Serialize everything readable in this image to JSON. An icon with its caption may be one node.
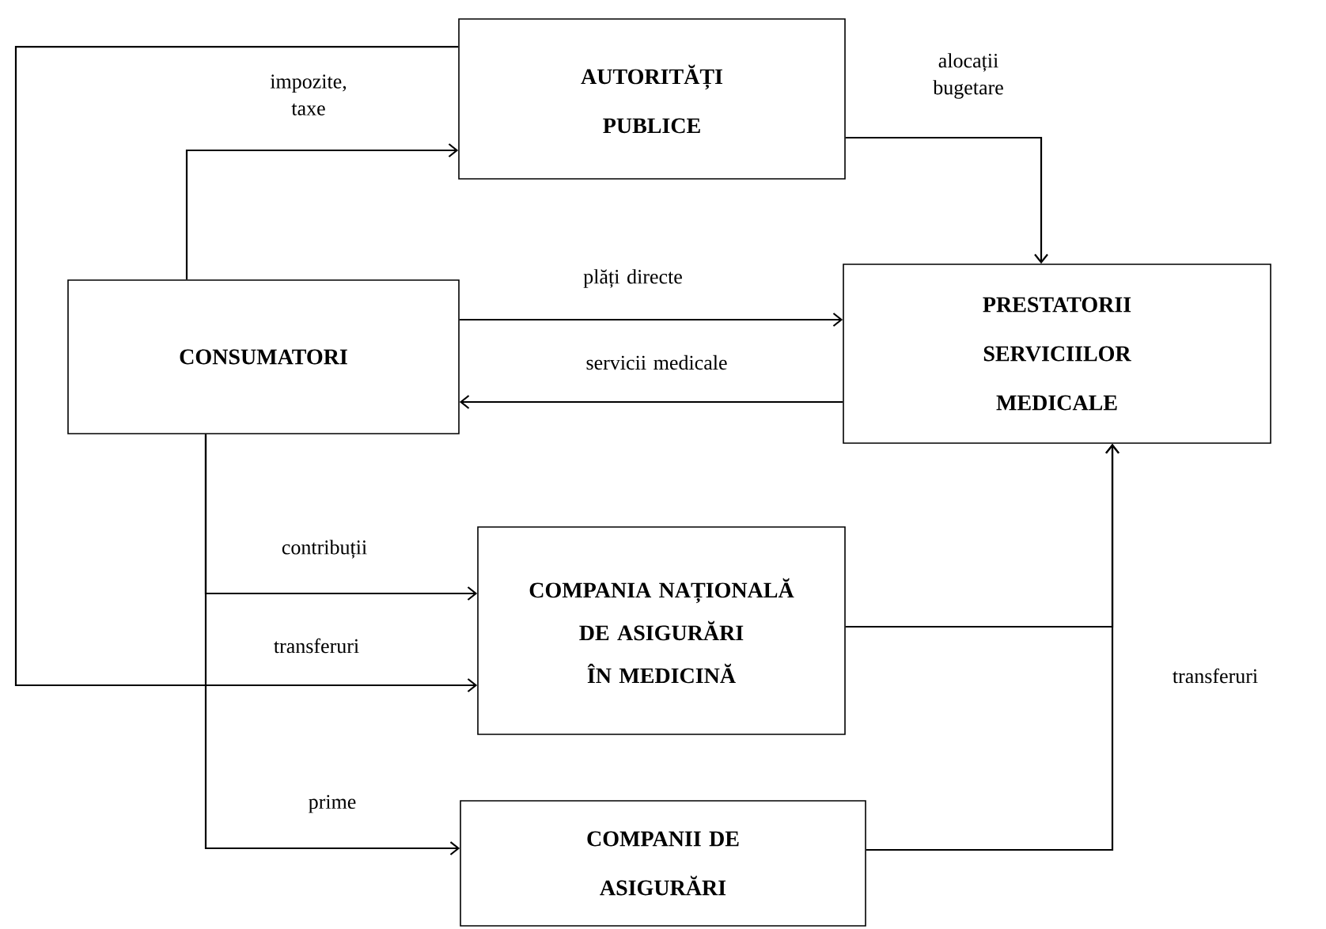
{
  "diagram": {
    "nodes": [
      {
        "text": [
          "AUTORITĂȚI PUBLICE"
        ]
      },
      {
        "text": [
          "CONSUMATORI"
        ]
      },
      {
        "text": [
          "PRESTATORII SERVICIILOR MEDICALE"
        ]
      },
      {
        "text": [
          "COMPANIA NAȚIONALĂ DE ASIGURĂRI ÎN MEDICINĂ"
        ]
      },
      {
        "text": [
          "COMPANII DE ASIGURĂRI"
        ]
      }
    ],
    "edges": [
      {
        "from": 1,
        "to": 0,
        "arrow": "to",
        "label": "impozite, taxe"
      },
      {
        "from": 0,
        "to": 3,
        "arrow": "to",
        "label": "transferuri"
      },
      {
        "from": 0,
        "to": 2,
        "arrow": "to",
        "label": "alocații bugetare"
      },
      {
        "from": 1,
        "to": 2,
        "arrow": "to",
        "label": "plăți directe"
      },
      {
        "from": 2,
        "to": 1,
        "arrow": "to",
        "label": "servicii medicale"
      },
      {
        "from": 1,
        "to": 3,
        "arrow": "to",
        "label": "contribuții"
      },
      {
        "from": 1,
        "to": 4,
        "arrow": "to",
        "label": "prime"
      },
      {
        "from": 3,
        "to": 2,
        "arrow": "to"
      },
      {
        "from": 4,
        "to": 2,
        "arrow": "to",
        "label": "transferuri"
      }
    ]
  }
}
